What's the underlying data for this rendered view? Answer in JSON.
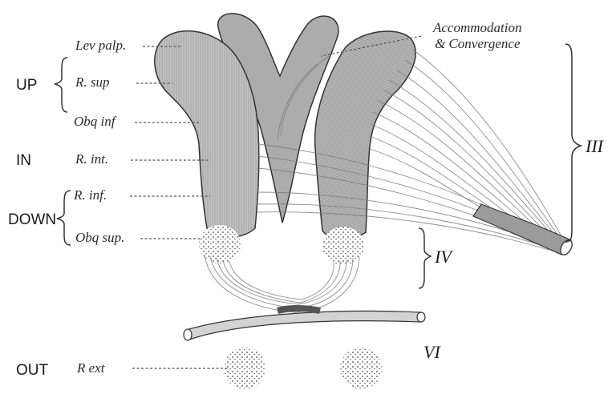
{
  "directions": {
    "up": "UP",
    "in": "IN",
    "down": "DOWN",
    "out": "OUT"
  },
  "labels": {
    "lev_palp": "Lev palp.",
    "r_sup": "R. sup",
    "obq_inf": "Obq inf",
    "r_int": "R. int.",
    "r_inf": "R. inf.",
    "obq_sup": "Obq sup.",
    "r_ext": "R ext",
    "accommodation_1": "Accommodation",
    "accommodation_2": "& Convergence"
  },
  "nerves": {
    "third": "III",
    "fourth": "IV",
    "sixth": "VI"
  },
  "colors": {
    "nucleus_fill": "#b9b9b9",
    "midline_fill": "#a9a9a9",
    "ink": "#1a1a1a"
  }
}
